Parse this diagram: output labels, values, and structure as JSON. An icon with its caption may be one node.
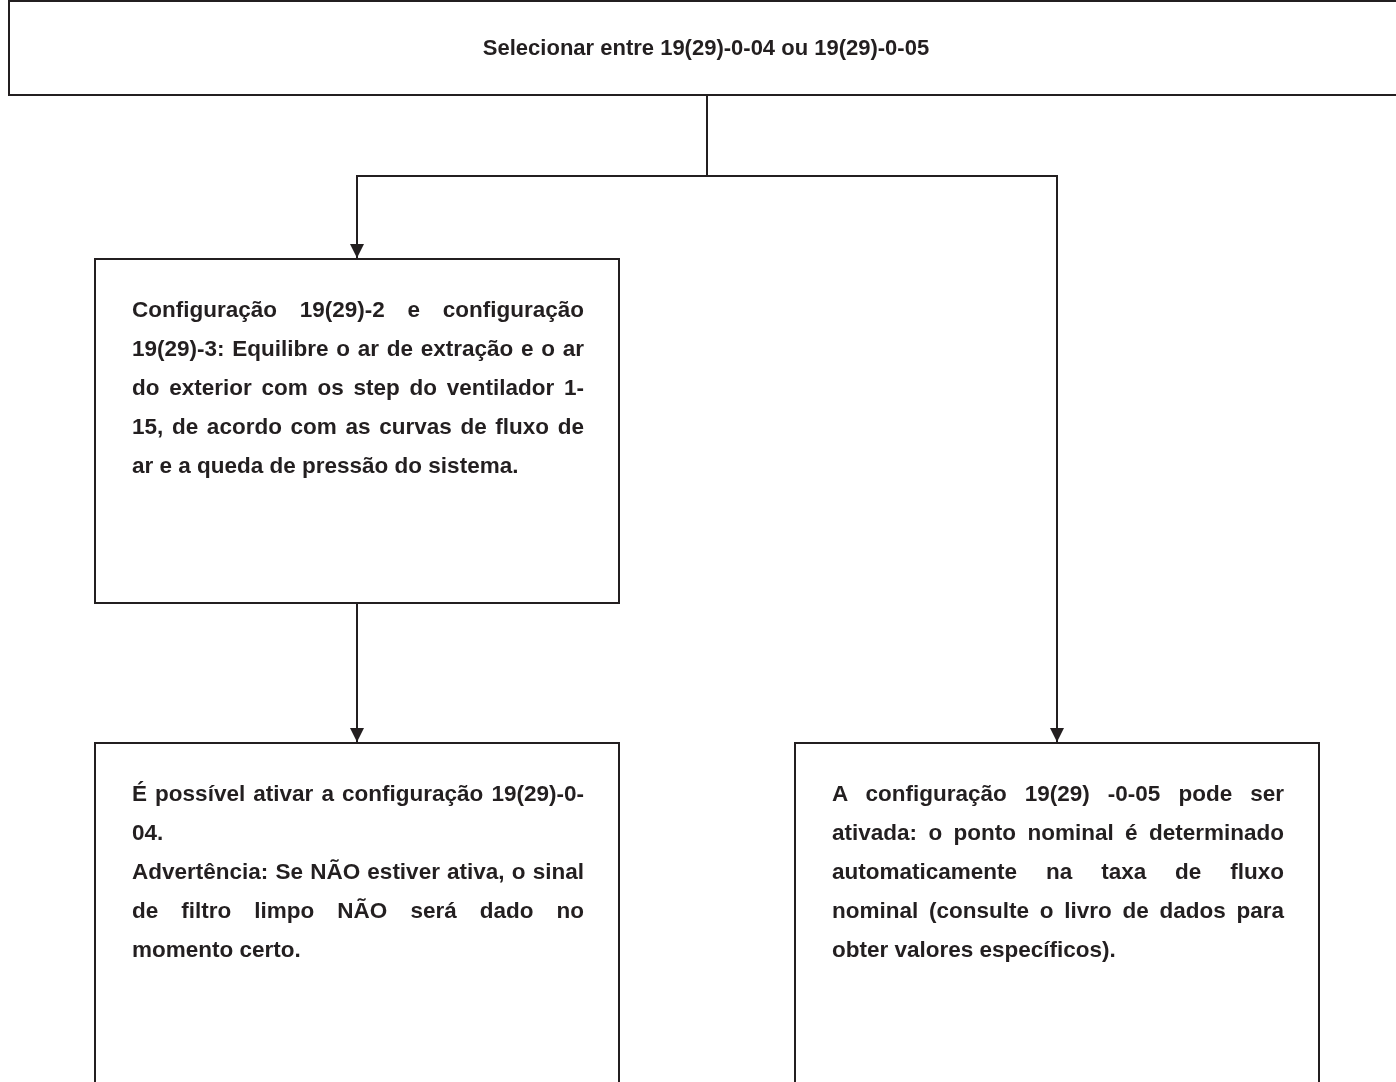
{
  "diagram": {
    "nodes": [
      {
        "text": [
          "Selecionar entre 19(29)-0-04 ou 19(29)-0-05"
        ]
      },
      {
        "text": [
          "Configuração 19(29)-2 e configuração 19(29)-3: Equilibre o ar de extração e o ar do exterior com os step do ventilador 1-15, de acordo com as curvas de fluxo de ar e a queda de pressão do sistema."
        ]
      },
      {
        "text": [
          "É possível ativar a configuração 19(29)-0-04.",
          "Advertência: Se NÃO estiver ativa, o sinal de filtro limpo NÃO será dado no momento certo."
        ]
      },
      {
        "text": [
          "A configuração 19(29) -0-05 pode ser ativada: o ponto nominal é determinado automaticamente na taxa de fluxo nominal (consulte o livro de dados para obter valores específicos)."
        ]
      }
    ],
    "edges": [
      {
        "from": 0,
        "to": 1,
        "arrow": "to"
      },
      {
        "from": 0,
        "to": 3,
        "arrow": "to"
      },
      {
        "from": 1,
        "to": 2,
        "arrow": "to"
      }
    ]
  }
}
